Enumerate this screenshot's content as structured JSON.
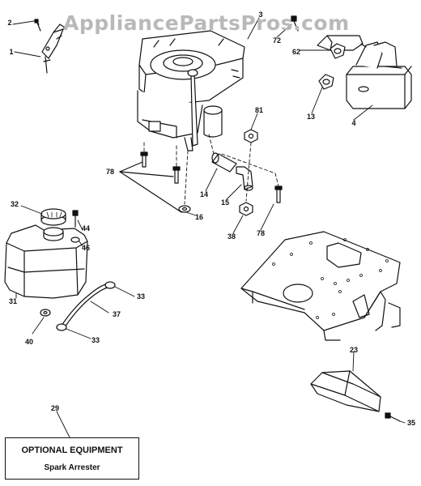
{
  "watermark": "AppliancePartsPros.com",
  "optional_box": {
    "title": "OPTIONAL EQUIPMENT",
    "subtitle": "Spark Arrester"
  },
  "callouts": {
    "c1": "1",
    "c2": "2",
    "c3": "3",
    "c4": "4",
    "c13": "13",
    "c14": "14",
    "c15": "15",
    "c16": "16",
    "c23": "23",
    "c29": "29",
    "c31": "31",
    "c32": "32",
    "c33a": "33",
    "c33b": "33",
    "c35": "35",
    "c37": "37",
    "c38": "38",
    "c40": "40",
    "c44": "44",
    "c46": "46",
    "c62": "62",
    "c72": "72",
    "c78a": "78",
    "c78b": "78",
    "c81": "81"
  }
}
